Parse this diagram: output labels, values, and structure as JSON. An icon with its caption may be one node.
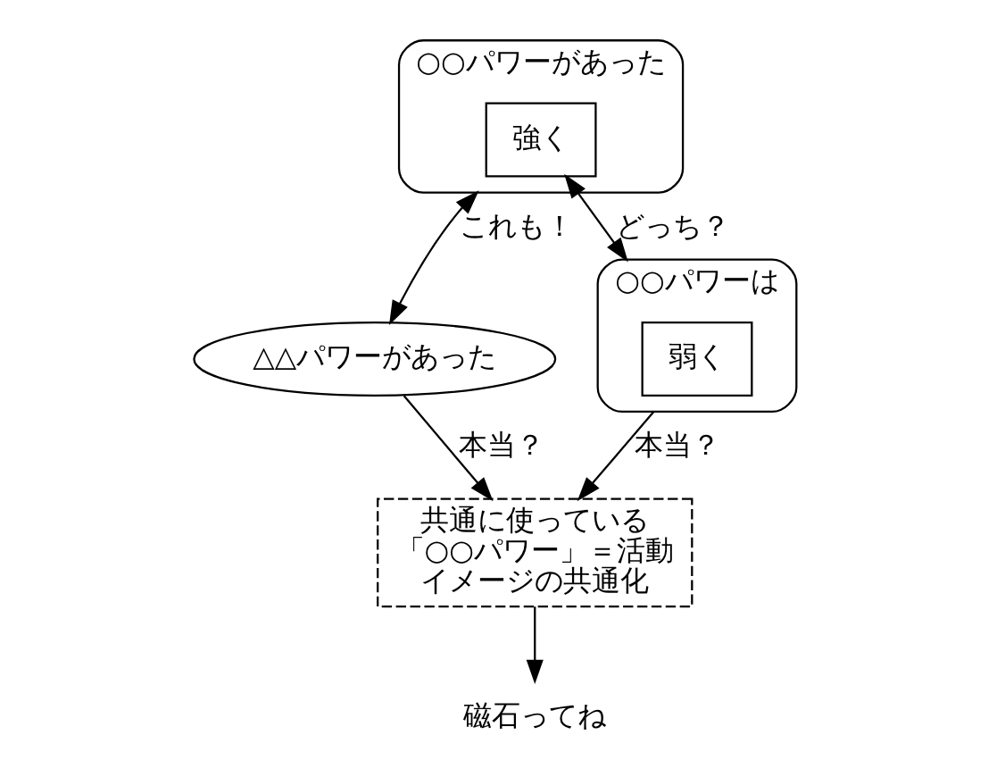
{
  "diagram": {
    "nodes": [
      {
        "text": [
          "○○パワーがあった"
        ]
      },
      {
        "text": [
          "強く"
        ],
        "in": 0
      },
      {
        "text": [
          "△△パワーがあった"
        ]
      },
      {
        "text": [
          "○○パワーは"
        ]
      },
      {
        "text": [
          "弱く"
        ],
        "in": 3
      },
      {
        "text": [
          "共通に使っている",
          "「○○パワー」＝活動",
          "イメージの共通化"
        ]
      },
      {
        "text": [
          "磁石ってね"
        ]
      }
    ],
    "edges": [
      {
        "from": 0,
        "to": 2,
        "arrow": "both",
        "label": "これも！"
      },
      {
        "from": 1,
        "to": 3,
        "arrow": "both",
        "label": "どっち？"
      },
      {
        "from": 2,
        "to": 5,
        "arrow": "to",
        "label": "本当？"
      },
      {
        "from": 3,
        "to": 5,
        "arrow": "to",
        "label": "本当？"
      },
      {
        "from": 5,
        "to": 6,
        "arrow": "to"
      }
    ]
  }
}
